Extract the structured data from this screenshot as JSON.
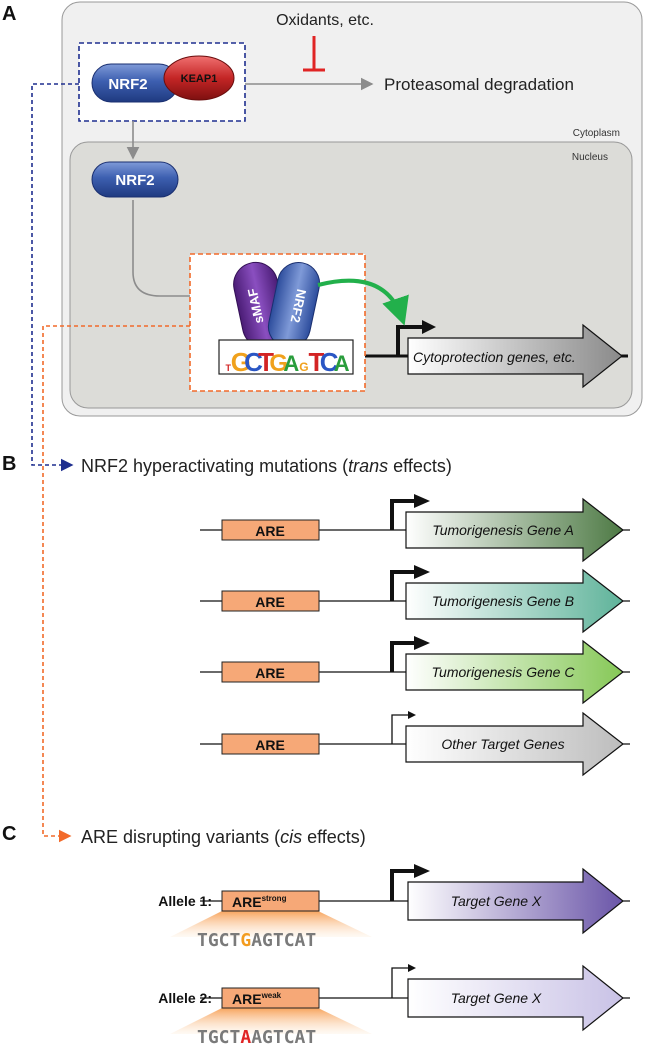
{
  "panels": {
    "a": {
      "letter": "A",
      "oxidants": "Oxidants, etc.",
      "degradation": "Proteasomal degradation",
      "cytoplasm": "Cytoplasm",
      "nucleus": "Nucleus",
      "nrf2": "NRF2",
      "keap1": "KEAP1",
      "smaf": "sMAF",
      "motif": [
        "T",
        "G",
        "C",
        "T",
        "G",
        "A",
        "G",
        "T",
        "C",
        "A"
      ],
      "cyto_gene": "Cytoprotection genes, etc."
    },
    "b": {
      "letter": "B",
      "title_pre": "NRF2 hyperactivating mutations (",
      "title_em": "trans",
      "title_post": " effects)",
      "are": "ARE",
      "genes": [
        {
          "label": "Tumorigenesis Gene A",
          "color": "#4e7a45",
          "strong": true
        },
        {
          "label": "Tumorigenesis Gene B",
          "color": "#5fb39a",
          "strong": true
        },
        {
          "label": "Tumorigenesis Gene C",
          "color": "#86c857",
          "strong": true
        },
        {
          "label": "Other Target Genes",
          "color": "#bdbdbd",
          "strong": false
        }
      ]
    },
    "c": {
      "letter": "C",
      "title_pre": "ARE disrupting variants (",
      "title_em": "cis",
      "title_post": " effects)",
      "alleles": [
        {
          "label": "Allele 1:",
          "are": "ARE",
          "sup": "strong",
          "gene": "Target Gene X",
          "seq_pre": "TGCT",
          "seq_var": "G",
          "seq_post": "AGTCAT",
          "var_color": "#f39c1f",
          "gene_color": "#6a55a8",
          "strong": true
        },
        {
          "label": "Allele 2:",
          "are": "ARE",
          "sup": "weak",
          "gene": "Target Gene X",
          "seq_pre": "TGCT",
          "seq_var": "A",
          "seq_post": "AGTCAT",
          "var_color": "#e02424",
          "gene_color": "#c9c2e6",
          "strong": false
        }
      ]
    }
  },
  "colors": {
    "nrf2": "#3d5fb0",
    "keap1": "#c42626",
    "smaf": "#6b2f9a",
    "are_box": "#f6a877",
    "blue_dash": "#1f2f8f",
    "orange_dash": "#f26a2a",
    "green_arrow": "#22b04b",
    "inhibit": "#e02424"
  }
}
